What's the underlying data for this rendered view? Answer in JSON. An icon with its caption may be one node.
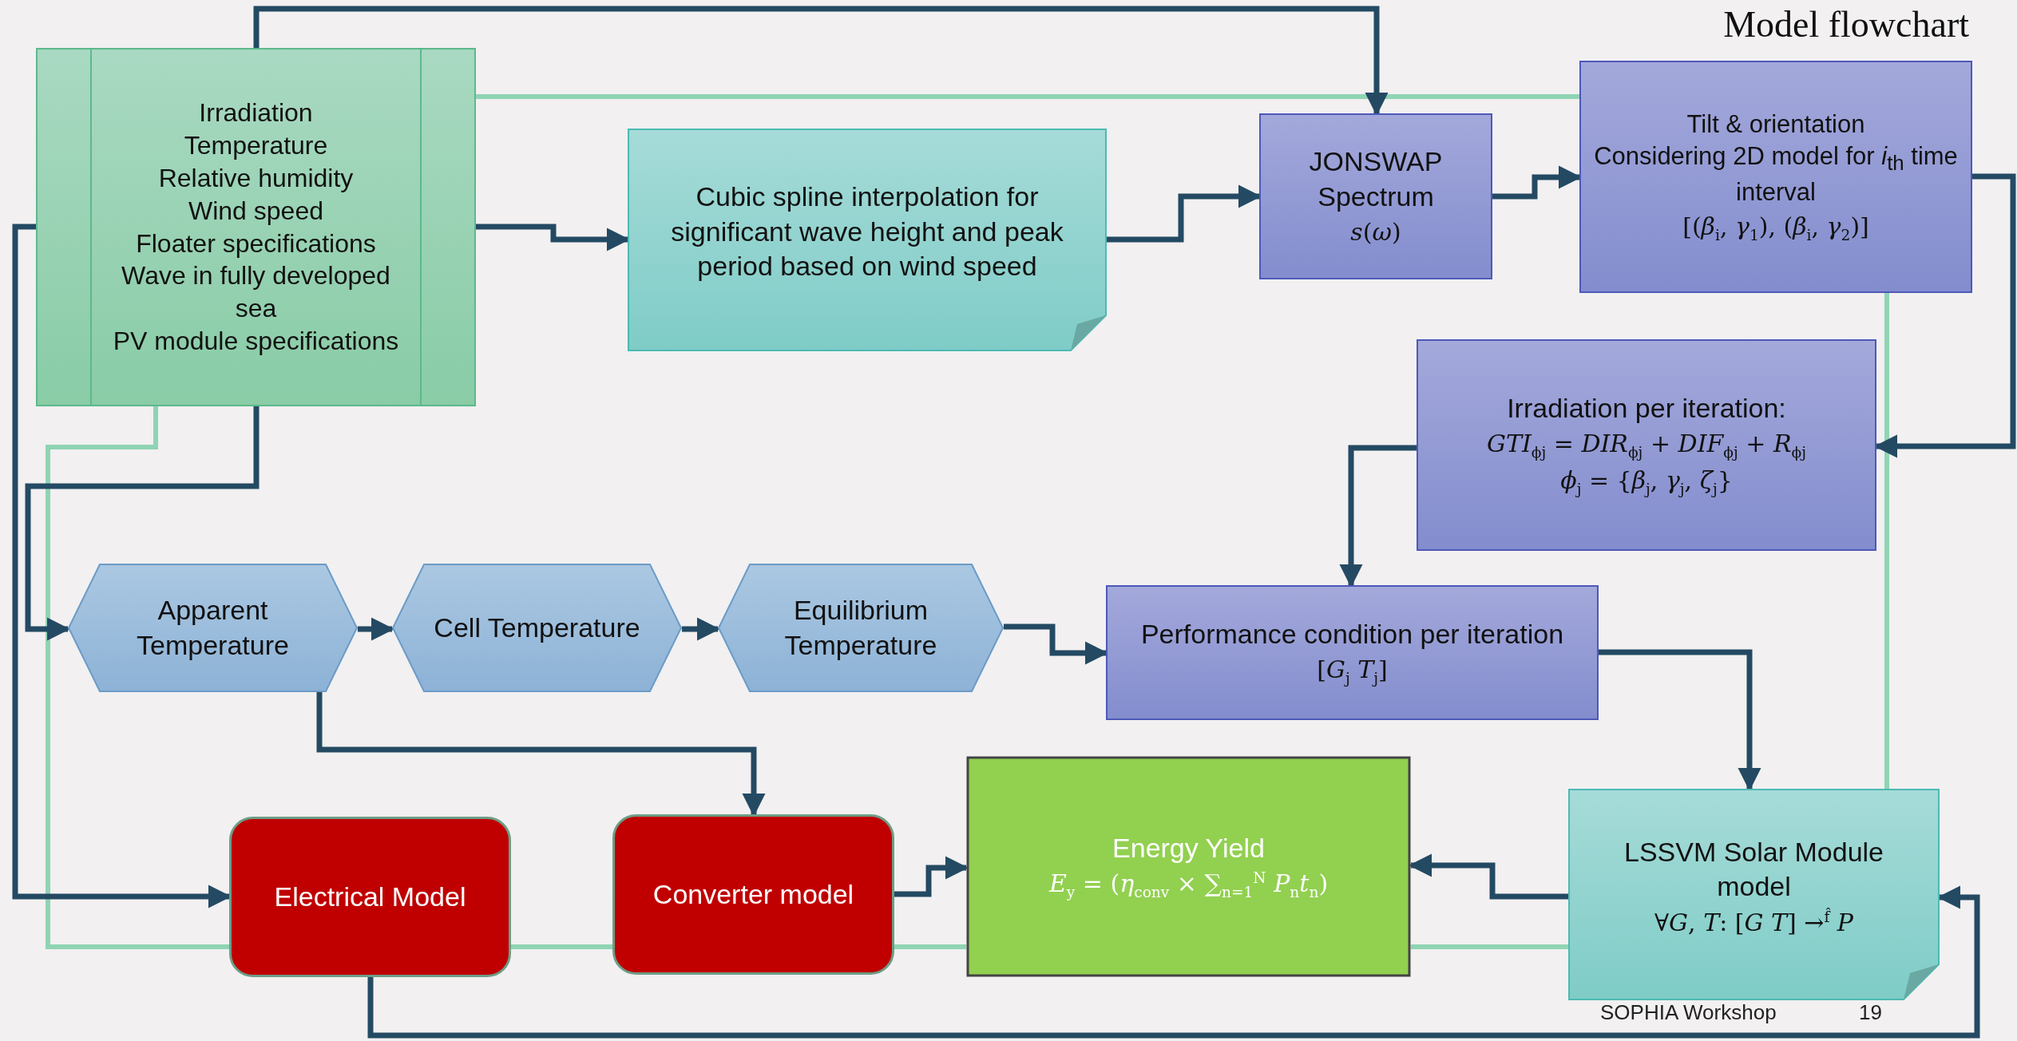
{
  "diagram": {
    "title": "Model flowchart",
    "nodes": [
      {
        "text": [
          "Irradiation",
          "Temperature",
          "Relative humidity",
          "Wind speed",
          "Floater specifications",
          "Wave in fully developed sea",
          "PV module specifications"
        ]
      },
      {
        "text": [
          "Cubic spline interpolation for significant wave height and peak period based on wind speed"
        ]
      },
      {
        "text": [
          "JONSWAP Spectrum",
          "*s*(*ω*)"
        ]
      },
      {
        "text": [
          "Tilt & orientation",
          "Considering 2D model for *i*$_{th}$ time interval",
          "[(*β*$_{i}$, *γ*$_{1}$), (*β*$_{i}$, *γ*$_{2}$)]"
        ]
      },
      {
        "text": [
          "Irradiation per iteration:",
          "*GTI*$_{ϕj}$ = *DIR*$_{ϕj}$ + *DIF*$_{ϕj}$ + *R*$_{ϕj}$",
          "*ϕ*$_{j}$ = {*β*$_{j}$, *γ*$_{j}$, *ζ*$_{j}$}"
        ]
      },
      {
        "text": [
          "Apparent Temperature"
        ]
      },
      {
        "text": [
          "Cell Temperature"
        ]
      },
      {
        "text": [
          "Equilibrium Temperature"
        ]
      },
      {
        "text": [
          "Performance condition per iteration",
          "[*G*$_{j}$ *T*$_{j}$]"
        ]
      },
      {
        "text": [
          "Electrical Model"
        ]
      },
      {
        "text": [
          "Converter model"
        ]
      },
      {
        "text": [
          "Energy Yield",
          "*E*$_{y}$ = (*η*$_{conv}$ × ∑$_{n=1}$$^{N}$ *P*$_{n}$*t*$_{n}$)"
        ]
      },
      {
        "text": [
          "LSSVM Solar Module model",
          "∀*G*, *T*: [*G T*] →$^{f̂}$ *P*"
        ]
      }
    ],
    "edges": [
      {
        "from": 0,
        "to": 2,
        "arrow": "to"
      },
      {
        "from": 0,
        "to": 1,
        "arrow": "to"
      },
      {
        "from": 1,
        "to": 2,
        "arrow": "to"
      },
      {
        "from": 2,
        "to": 3,
        "arrow": "to"
      },
      {
        "from": 3,
        "to": 4,
        "arrow": "to"
      },
      {
        "from": 4,
        "to": 8,
        "arrow": "to"
      },
      {
        "from": 0,
        "to": 9,
        "arrow": "to"
      },
      {
        "from": 0,
        "to": 5,
        "arrow": "to"
      },
      {
        "from": 5,
        "to": 6,
        "arrow": "to"
      },
      {
        "from": 6,
        "to": 7,
        "arrow": "to"
      },
      {
        "from": 7,
        "to": 8,
        "arrow": "to"
      },
      {
        "from": 5,
        "to": 10,
        "arrow": "to"
      },
      {
        "from": 8,
        "to": 12,
        "arrow": "to"
      },
      {
        "from": 12,
        "to": 11,
        "arrow": "to"
      },
      {
        "from": 10,
        "to": 11,
        "arrow": "to"
      },
      {
        "from": 9,
        "to": 12,
        "arrow": "to"
      },
      {
        "from": 0,
        "to": 3,
        "arrow": "none",
        "color": "#8fd4b4"
      },
      {
        "from": 3,
        "to": 12,
        "arrow": "none",
        "color": "#8fd4b4"
      },
      {
        "from": 12,
        "to": 11,
        "arrow": "none",
        "color": "#8fd4b4"
      },
      {
        "from": 11,
        "to": 10,
        "arrow": "none",
        "color": "#8fd4b4"
      },
      {
        "from": 10,
        "to": 9,
        "arrow": "none",
        "color": "#8fd4b4"
      },
      {
        "from": 9,
        "to": 0,
        "arrow": "none",
        "color": "#8fd4b4"
      }
    ],
    "labels": [
      "SOPHIA Workshop",
      "19"
    ]
  }
}
